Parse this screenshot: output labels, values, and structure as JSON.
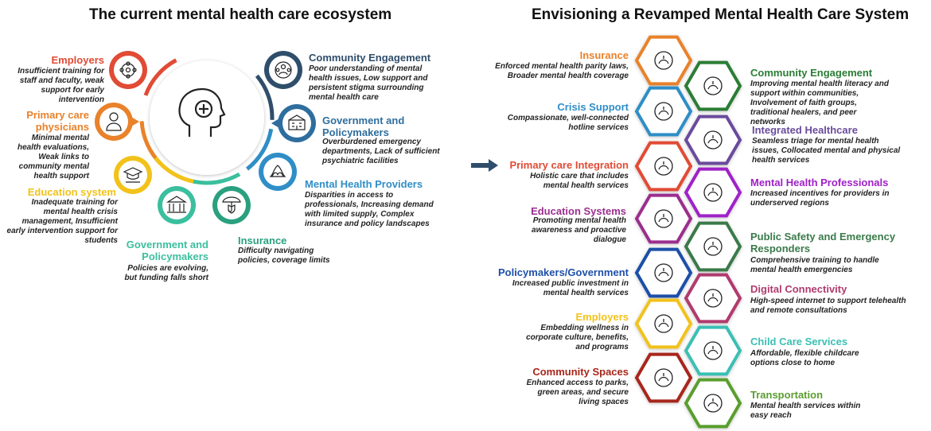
{
  "left": {
    "title": "The current mental health care ecosystem",
    "items": [
      {
        "id": "employers",
        "label": "Employers",
        "desc": "Insufficient training for staff and faculty, weak support for early intervention",
        "color": "#e14b35",
        "icon": "people-network-icon"
      },
      {
        "id": "primary",
        "label": "Primary care physicians",
        "desc": "Minimal mental health evaluations, Weak links to community mental health support",
        "color": "#e9822b",
        "icon": "doctor-icon"
      },
      {
        "id": "education",
        "label": "Education system",
        "desc": "Inadequate training for mental health crisis management, Insufficient early intervention support for students",
        "color": "#f2c21a",
        "icon": "graduation-cap-icon"
      },
      {
        "id": "government",
        "label": "Government and Policymakers",
        "desc": "Policies are evolving, but funding falls short",
        "color": "#3bbf9e",
        "icon": "government-building-icon"
      },
      {
        "id": "insurance",
        "label": "Insurance",
        "desc": "Difficulty navigating policies, coverage limits",
        "color": "#2aa07f",
        "icon": "umbrella-shield-icon"
      },
      {
        "id": "providers",
        "label": "Mental Health Providers",
        "desc": "Disparities in access to professionals, Increasing demand with limited supply, Complex insurance and policy landscapes",
        "color": "#2f8ec7",
        "icon": "lotus-head-icon"
      },
      {
        "id": "gov2",
        "label": "Government and Policymakers",
        "desc": "Overburdened emergency departments, Lack of sufficient psychiatric facilities",
        "color": "#2e6e9e",
        "icon": "hospital-icon"
      },
      {
        "id": "community",
        "label": "Community Engagement",
        "desc": "Poor understanding of mental health issues, Low support and persistent stigma surrounding mental health care",
        "color": "#2f4e6b",
        "icon": "community-group-icon"
      }
    ]
  },
  "right": {
    "title": "Envisioning a Revamped Mental Health Care System",
    "left_items": [
      {
        "label": "Insurance",
        "desc": "Enforced mental health parity laws, Broader mental health coverage",
        "color": "#e9822b",
        "icon": "insurance-document-icon"
      },
      {
        "label": "Crisis Support",
        "desc": "Compassionate, well-connected hotline services",
        "color": "#2f8ec7",
        "icon": "headset-gear-icon"
      },
      {
        "label": "Primary care Integration",
        "desc": "Holistic care that includes mental health services",
        "color": "#e14b35",
        "icon": "care-team-icon"
      },
      {
        "label": "Education Systems",
        "desc": "Promoting mental health awareness and proactive dialogue",
        "color": "#9b2f8f",
        "icon": "education-hands-icon"
      },
      {
        "label": "Policymakers/Government",
        "desc": "Increased public investment in mental health services",
        "color": "#1e50a8",
        "icon": "government-building-icon"
      },
      {
        "label": "Employers",
        "desc": "Embedding wellness in corporate culture, benefits, and programs",
        "color": "#f2c21a",
        "icon": "people-network-icon"
      },
      {
        "label": "Community Spaces",
        "desc": "Enhanced access to parks, green areas, and secure living spaces",
        "color": "#a8261b",
        "icon": "cycle-people-icon"
      }
    ],
    "right_items": [
      {
        "label": "Community Engagement",
        "desc": "Improving mental health literacy and support within communities, Involvement of faith groups, traditional healers, and peer networks",
        "color": "#2a7d34",
        "icon": "community-group-icon"
      },
      {
        "label": "Integrated Healthcare",
        "desc": "Seamless triage for mental health issues, Collocated mental and physical health services",
        "color": "#6a4c9c",
        "icon": "org-chart-icon"
      },
      {
        "label": "Mental Health Professionals",
        "desc": "Increased incentives for providers in underserved regions",
        "color": "#a020c8",
        "icon": "head-cross-icon"
      },
      {
        "label": "Public Safety and Emergency Responders",
        "desc": "Comprehensive training to handle mental health emergencies",
        "color": "#3a7a4a",
        "icon": "shield-team-icon"
      },
      {
        "label": "Digital Connectivity",
        "desc": "High-speed internet to support telehealth and remote consultations",
        "color": "#b03a6e",
        "icon": "globe-network-icon"
      },
      {
        "label": "Child Care Services",
        "desc": "Affordable, flexible childcare options close to home",
        "color": "#3bbfb5",
        "icon": "child-care-icon"
      },
      {
        "label": "Transportation",
        "desc": "Mental health services within easy reach",
        "color": "#5a9e2f",
        "icon": "bus-icon"
      }
    ]
  }
}
